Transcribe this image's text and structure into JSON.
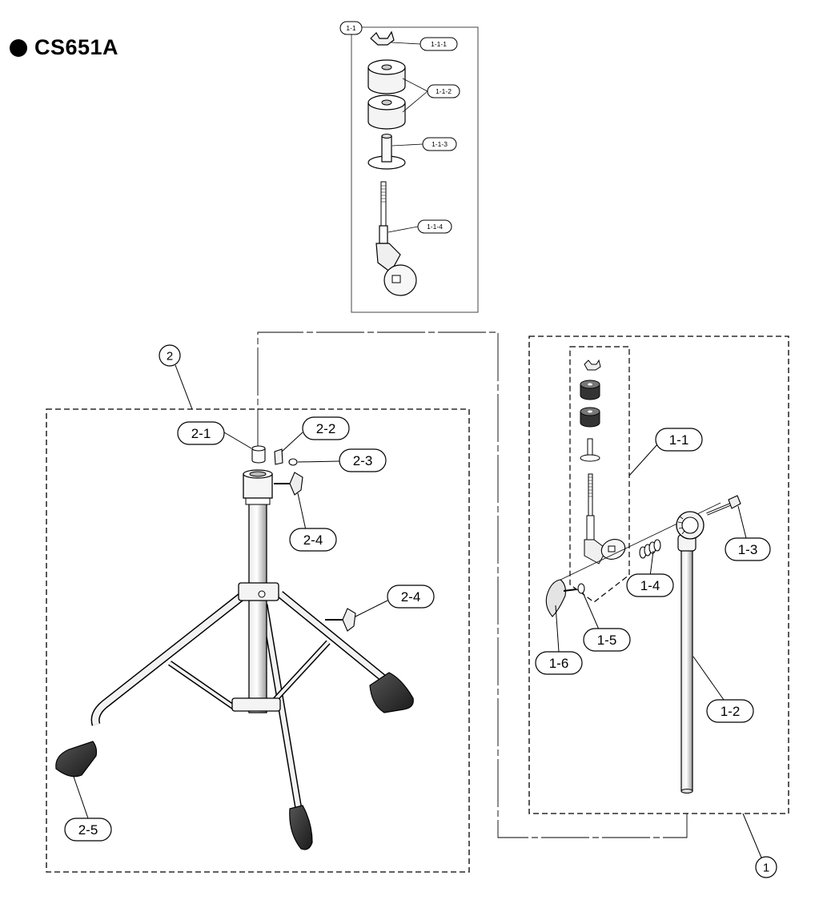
{
  "title": "CS651A",
  "inset_labels": [
    "1-1",
    "1-1-1",
    "1-1-2",
    "1-1-3",
    "1-1-4"
  ],
  "group_labels": {
    "arm_assembly": "1",
    "stand_assembly": "2"
  },
  "stand_part_labels": [
    "2-1",
    "2-2",
    "2-3",
    "2-4",
    "2-4",
    "2-5"
  ],
  "arm_part_labels": [
    "1-1",
    "1-3",
    "1-4",
    "1-5",
    "1-6",
    "1-2"
  ]
}
